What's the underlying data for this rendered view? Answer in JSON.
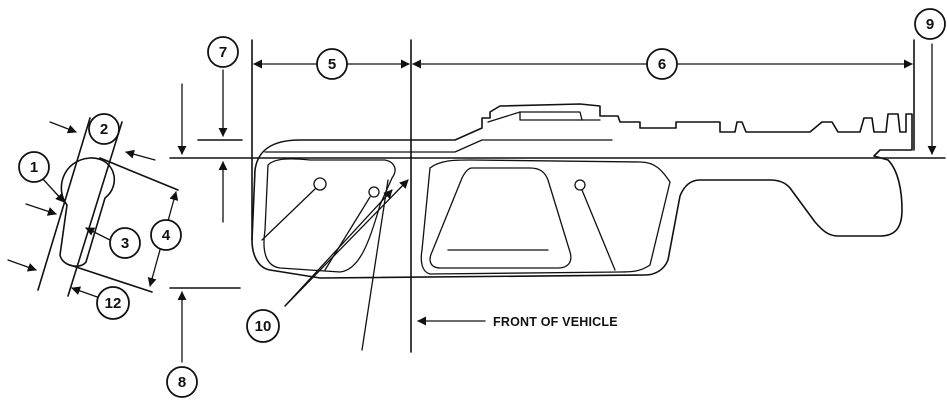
{
  "diagram": {
    "callouts": {
      "c1": "1",
      "c2": "2",
      "c3": "3",
      "c4": "4",
      "c5": "5",
      "c6": "6",
      "c7": "7",
      "c8": "8",
      "c9": "9",
      "c10": "10",
      "c12": "12"
    },
    "front_label": "FRONT OF VEHICLE"
  }
}
